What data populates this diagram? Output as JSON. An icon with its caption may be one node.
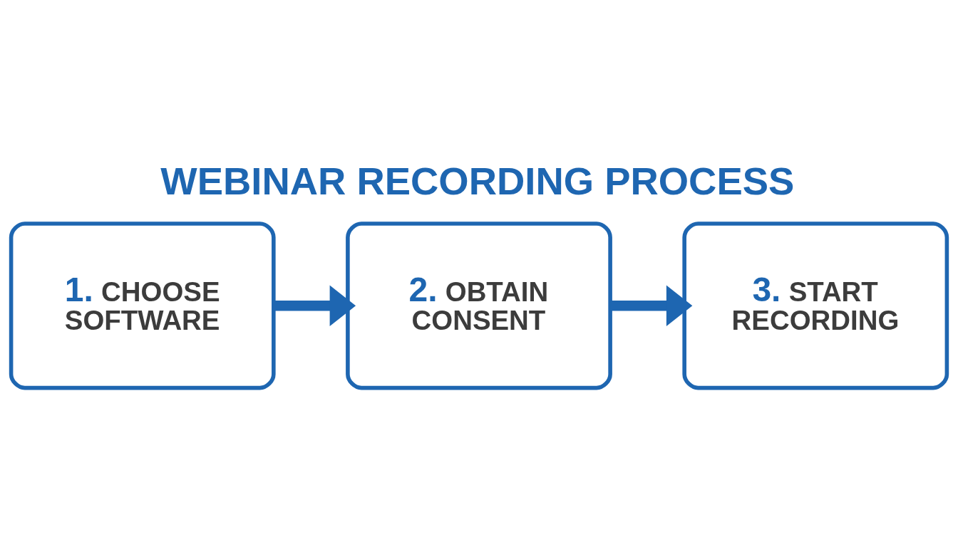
{
  "diagram": {
    "title": "WEBINAR RECORDING PROCESS",
    "nodes": [
      {
        "text": [
          "1. CHOOSE SOFTWARE"
        ]
      },
      {
        "text": [
          "2. OBTAIN CONSENT"
        ]
      },
      {
        "text": [
          "3. START RECORDING"
        ]
      }
    ],
    "edges": [
      {
        "from": 0,
        "to": 1,
        "arrow": "to"
      },
      {
        "from": 1,
        "to": 2,
        "arrow": "to"
      }
    ]
  }
}
